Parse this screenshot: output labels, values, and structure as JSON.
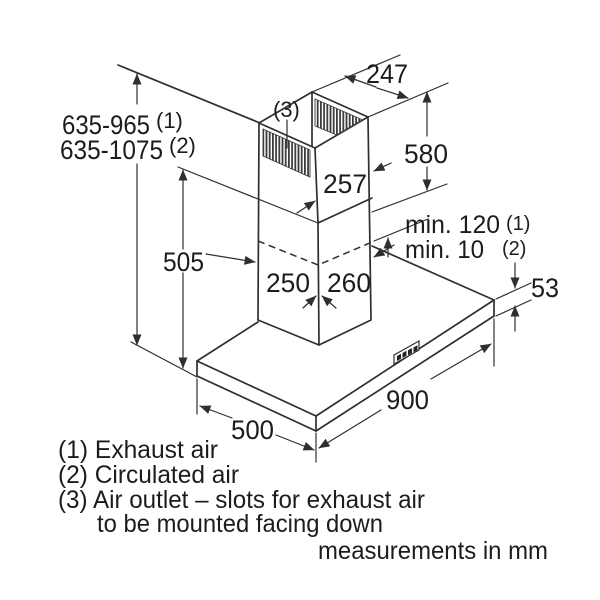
{
  "diagram": {
    "type": "installation-drawing-chimney-hood",
    "unit_note": "measurements in mm",
    "dims": {
      "mount_height_exhaust": "635-965",
      "mount_height_exhaust_ref": "(1)",
      "mount_height_recirculated": "635-1075",
      "mount_height_recirculated_ref": "(2)",
      "lower_chimney_height": "505",
      "air_outlet_ref": "(3)",
      "chimney_top_depth": "247",
      "upper_chimney_depth": "257",
      "upper_chimney_height": "580",
      "min_clearance_exhaust": "min. 120",
      "min_clearance_exhaust_ref": "(1)",
      "min_clearance_recirculated": "min. 10",
      "min_clearance_recirculated_ref": "(2)",
      "canopy_thickness": "53",
      "chimney_width": "250",
      "chimney_depth": "260",
      "canopy_depth": "500",
      "canopy_width": "900"
    },
    "legend": [
      "(1) Exhaust air",
      "(2) Circulated air",
      "(3) Air outlet – slots for exhaust air",
      "to be mounted facing down"
    ],
    "colors": {
      "line": "#2f2f2f",
      "text": "#1c1c1c",
      "background": "#ffffff",
      "hatch": "#3c3c3c"
    }
  }
}
